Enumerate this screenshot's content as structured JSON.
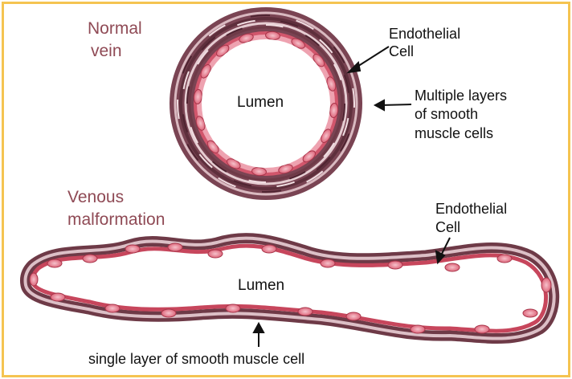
{
  "normal_vein": {
    "title_line1": "Normal",
    "title_line2": "vein",
    "lumen_label": "Lumen",
    "endothelial_line1": "Endothelial",
    "endothelial_line2": "Cell",
    "muscle_line1": "Multiple layers",
    "muscle_line2": "of smooth",
    "muscle_line3": "muscle cells"
  },
  "venous_malformation": {
    "title_line1": "Venous",
    "title_line2": "malformation",
    "lumen_label": "Lumen",
    "endothelial_line1": "Endothelial",
    "endothelial_line2": "Cell",
    "muscle_label": "single layer of smooth muscle cell"
  },
  "colors": {
    "frame_border": "#f5c451",
    "title_text": "#8f4a55",
    "muscle_layer": "#6e3a47",
    "endothelium": "#c7465c",
    "cell_nucleus": "#e07a8c"
  }
}
